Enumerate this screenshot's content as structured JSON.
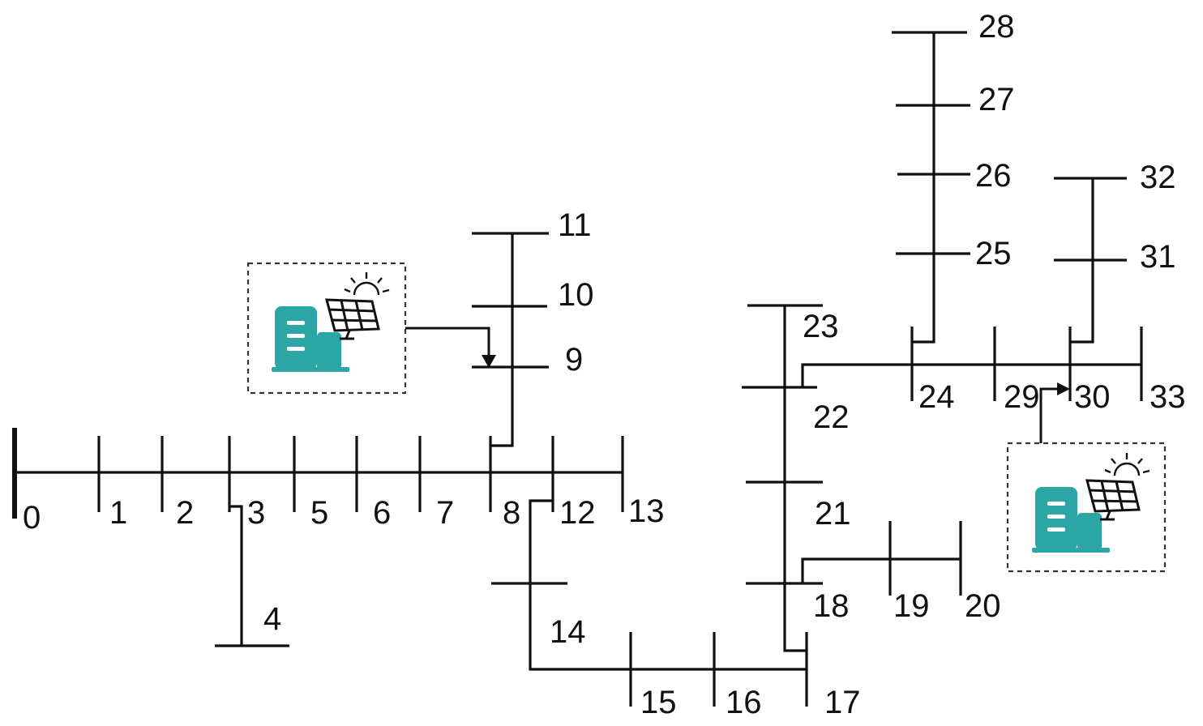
{
  "bus_labels": {
    "b0": "0",
    "b1": "1",
    "b2": "2",
    "b3": "3",
    "b4": "4",
    "b5": "5",
    "b6": "6",
    "b7": "7",
    "b8": "8",
    "b9": "9",
    "b10": "10",
    "b11": "11",
    "b12": "12",
    "b13": "13",
    "b14": "14",
    "b15": "15",
    "b16": "16",
    "b17": "17",
    "b18": "18",
    "b19": "19",
    "b20": "20",
    "b21": "21",
    "b22": "22",
    "b23": "23",
    "b24": "24",
    "b25": "25",
    "b26": "26",
    "b27": "27",
    "b28": "28",
    "b29": "29",
    "b30": "30",
    "b31": "31",
    "b32": "32",
    "b33": "33"
  },
  "generators": [
    {
      "icon": "building-with-solar-panel-icon",
      "connected_bus": "9",
      "color": "#2ba6a5"
    },
    {
      "icon": "building-with-solar-panel-icon",
      "connected_bus": "30",
      "color": "#2ba6a5"
    }
  ],
  "colors": {
    "line": "#111111",
    "building": "#2ba6a5",
    "box_border": "#333333"
  }
}
